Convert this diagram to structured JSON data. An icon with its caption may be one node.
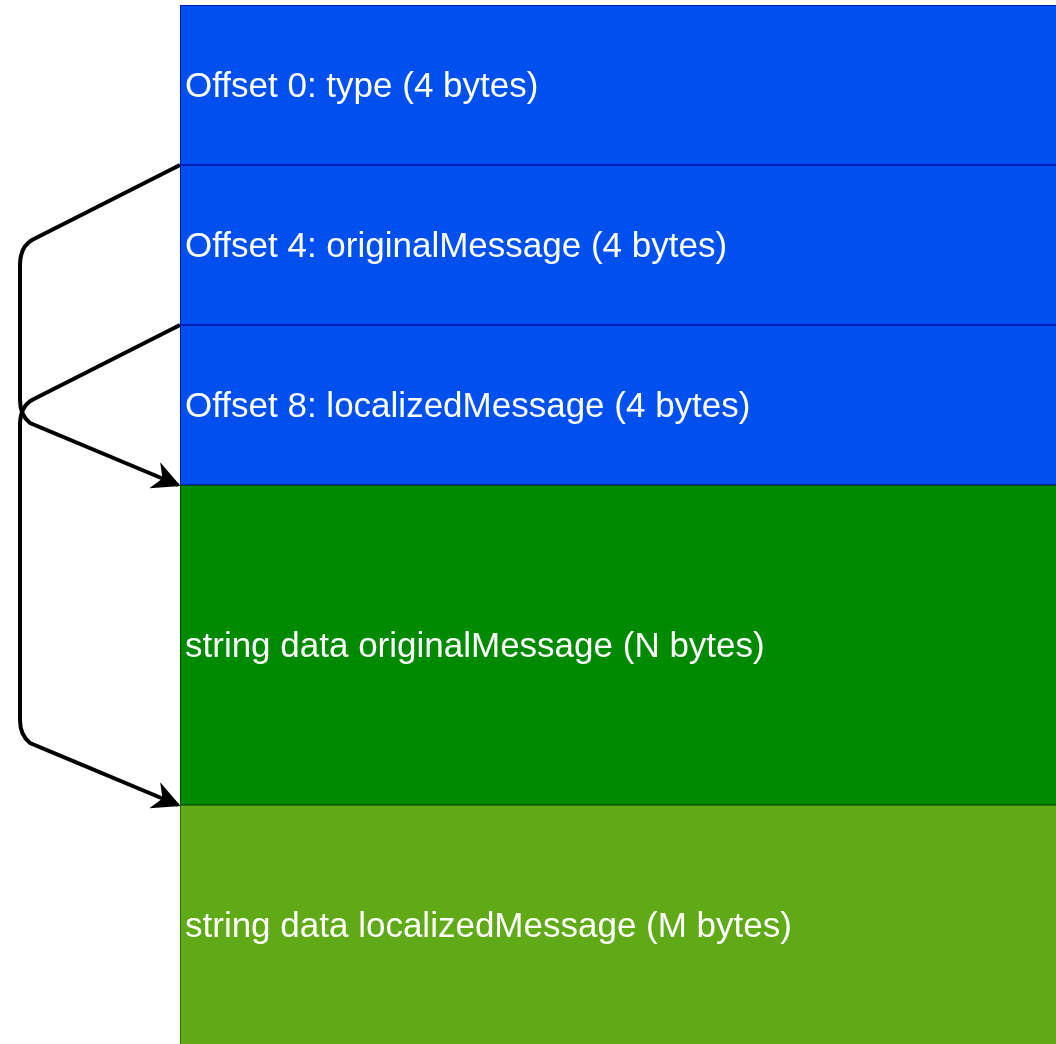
{
  "diagram": {
    "nodes": [
      {
        "text": [
          "Offset 0: type (4 bytes)"
        ]
      },
      {
        "text": [
          "Offset 4: originalMessage (4 bytes)"
        ]
      },
      {
        "text": [
          "Offset 8: localizedMessage (4 bytes)"
        ]
      },
      {
        "text": [
          "string data originalMessage (N bytes)"
        ]
      },
      {
        "text": [
          "string data localizedMessage (M bytes)"
        ]
      }
    ],
    "edges": [
      {
        "from": 1,
        "to": 3,
        "arrow": "to"
      },
      {
        "from": 2,
        "to": 4,
        "arrow": "to"
      }
    ]
  }
}
